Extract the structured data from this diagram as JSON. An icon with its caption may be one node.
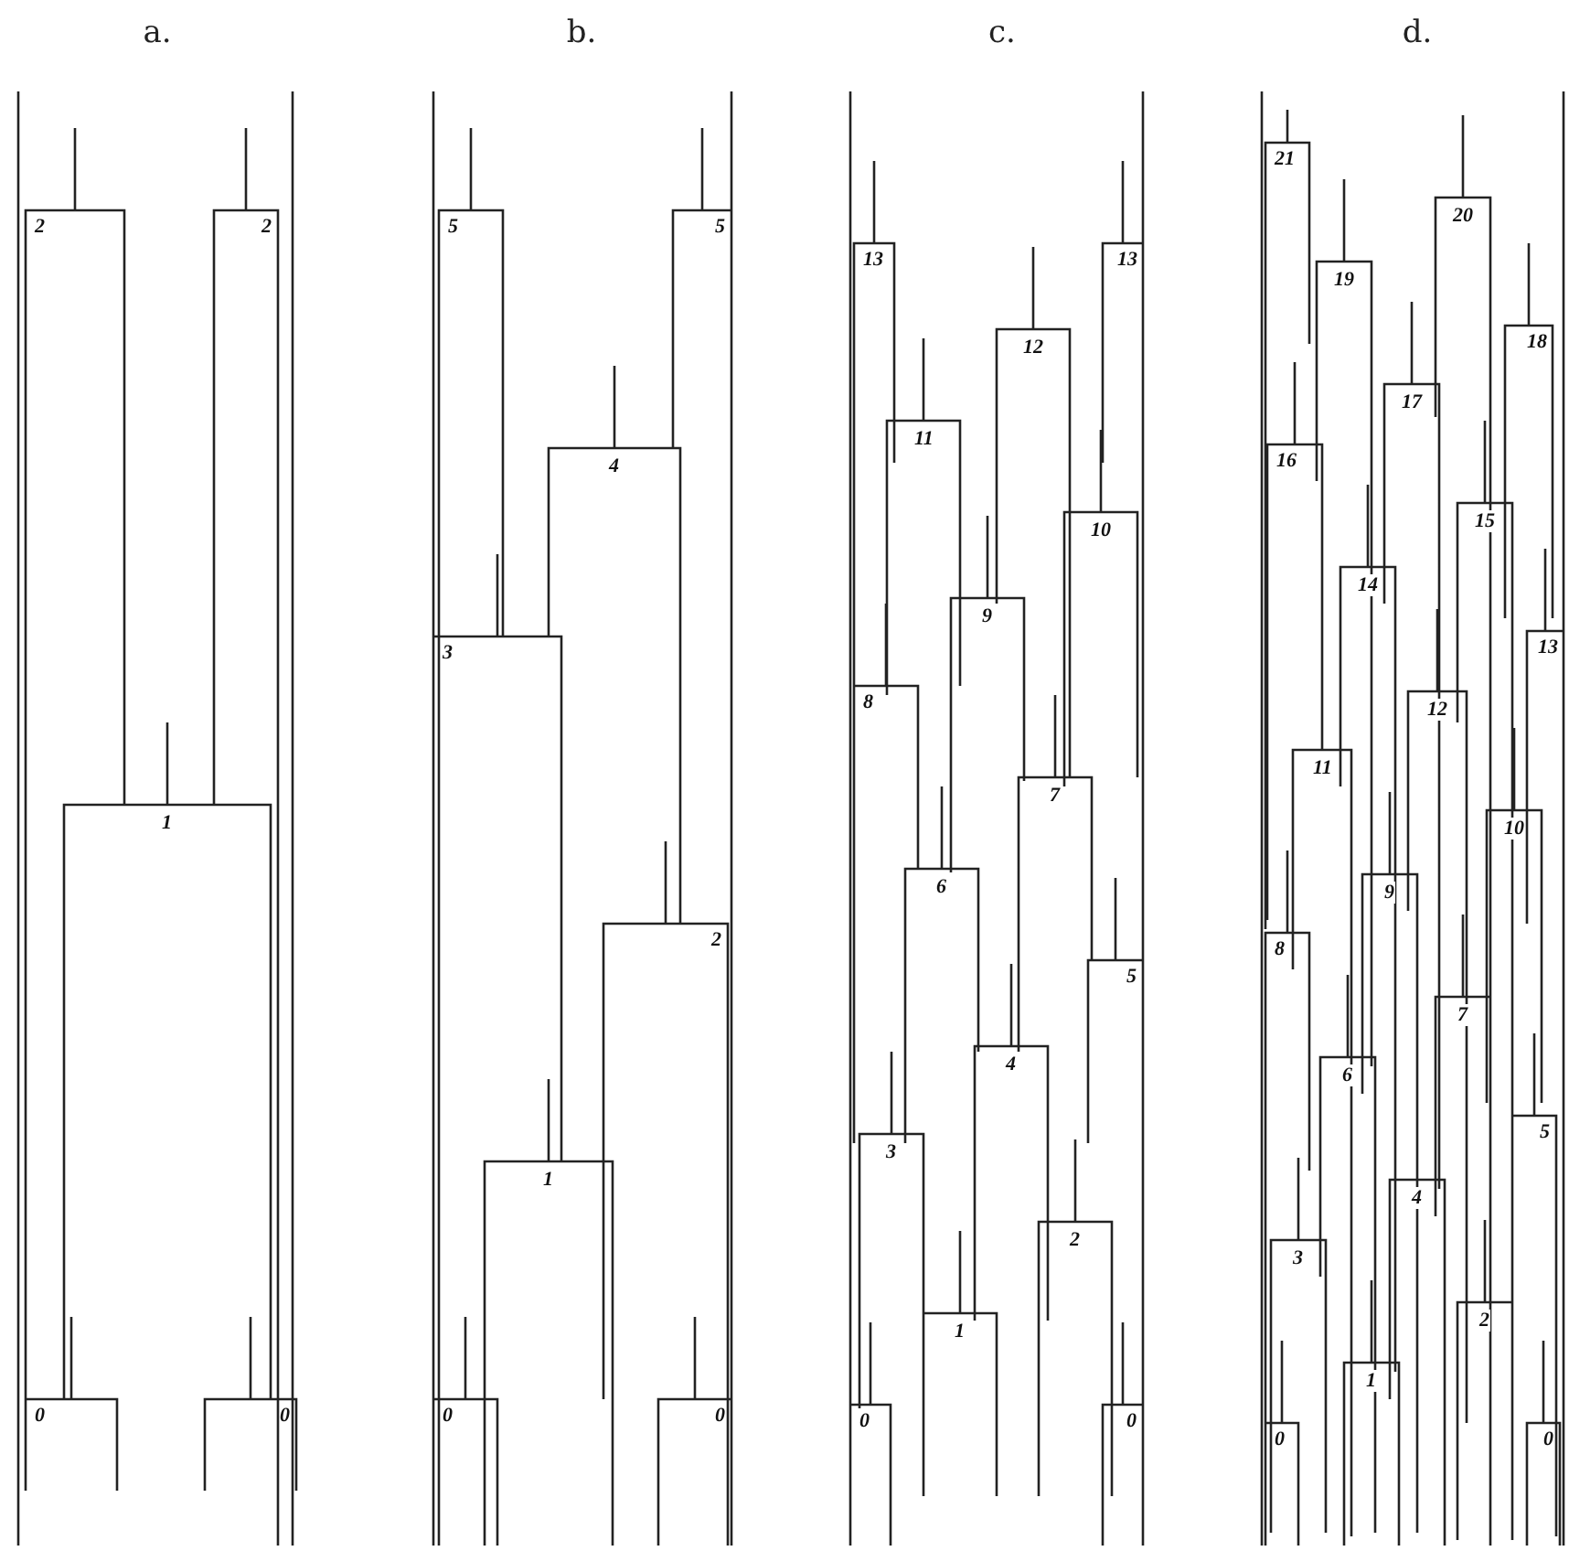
{
  "diagram": {
    "labels": [
      "a.",
      "2",
      "2",
      "1",
      "0",
      "0",
      "b.",
      "5",
      "5",
      "4",
      "3",
      "2",
      "1",
      "0",
      "0",
      "c.",
      "13",
      "13",
      "12",
      "11",
      "10",
      "9",
      "8",
      "7",
      "6",
      "5",
      "4",
      "3",
      "2",
      "1",
      "0",
      "0",
      "d.",
      "21",
      "20",
      "19",
      "18",
      "17",
      "16",
      "15",
      "14",
      "13",
      "12",
      "11",
      "10",
      "9",
      "8",
      "7",
      "6",
      "5",
      "4",
      "3",
      "2",
      "1",
      "0",
      "0"
    ]
  }
}
